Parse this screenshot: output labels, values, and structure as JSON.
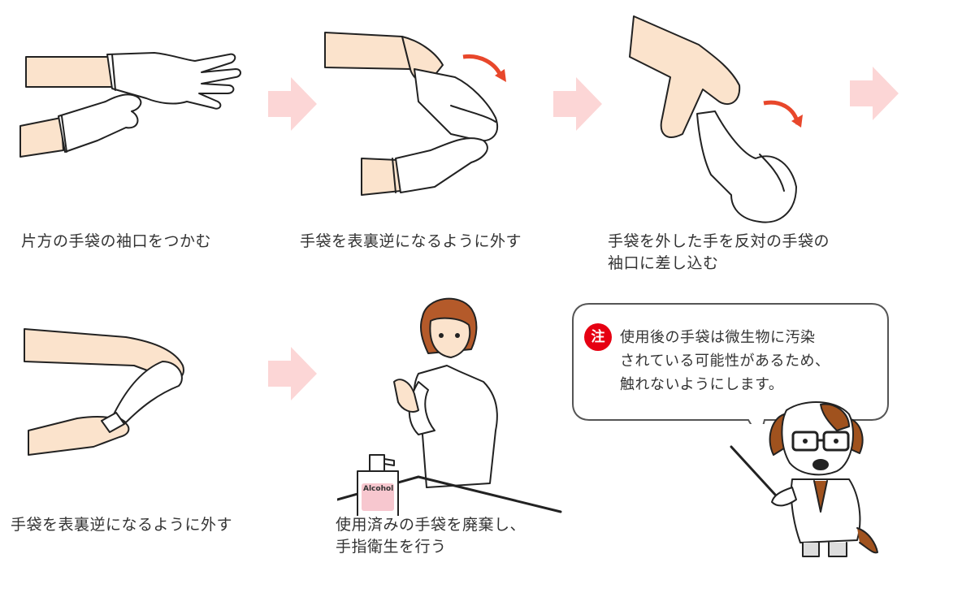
{
  "steps": [
    {
      "caption_lines": [
        "片方の手袋の袖口をつかむ"
      ]
    },
    {
      "caption_lines": [
        "手袋を表裏逆になるように外す"
      ]
    },
    {
      "caption_lines": [
        "手袋を外した手を反対の手袋の",
        "袖口に差し込む"
      ]
    },
    {
      "caption_lines": [
        "手袋を表裏逆になるように外す"
      ]
    },
    {
      "caption_lines": [
        "使用済みの手袋を廃棄し、",
        "手指衛生を行う"
      ]
    }
  ],
  "bottle_label": "Alcohol",
  "note": {
    "badge": "注",
    "lines": [
      "使用後の手袋は微生物に汚染",
      "されている可能性があるため、",
      "触れないようにします。"
    ]
  },
  "colors": {
    "arrow": "#fcd6d6",
    "red_arrow": "#e8472b",
    "badge": "#e60012",
    "skin": "#fbe3cc",
    "glove": "#ffffff",
    "outline": "#222222",
    "dog_brown": "#a0521e"
  },
  "icons": [
    "step-arrow-icon",
    "curved-red-arrow-icon",
    "nurse-illustration",
    "alcohol-bottle-icon",
    "dog-doctor-illustration"
  ]
}
